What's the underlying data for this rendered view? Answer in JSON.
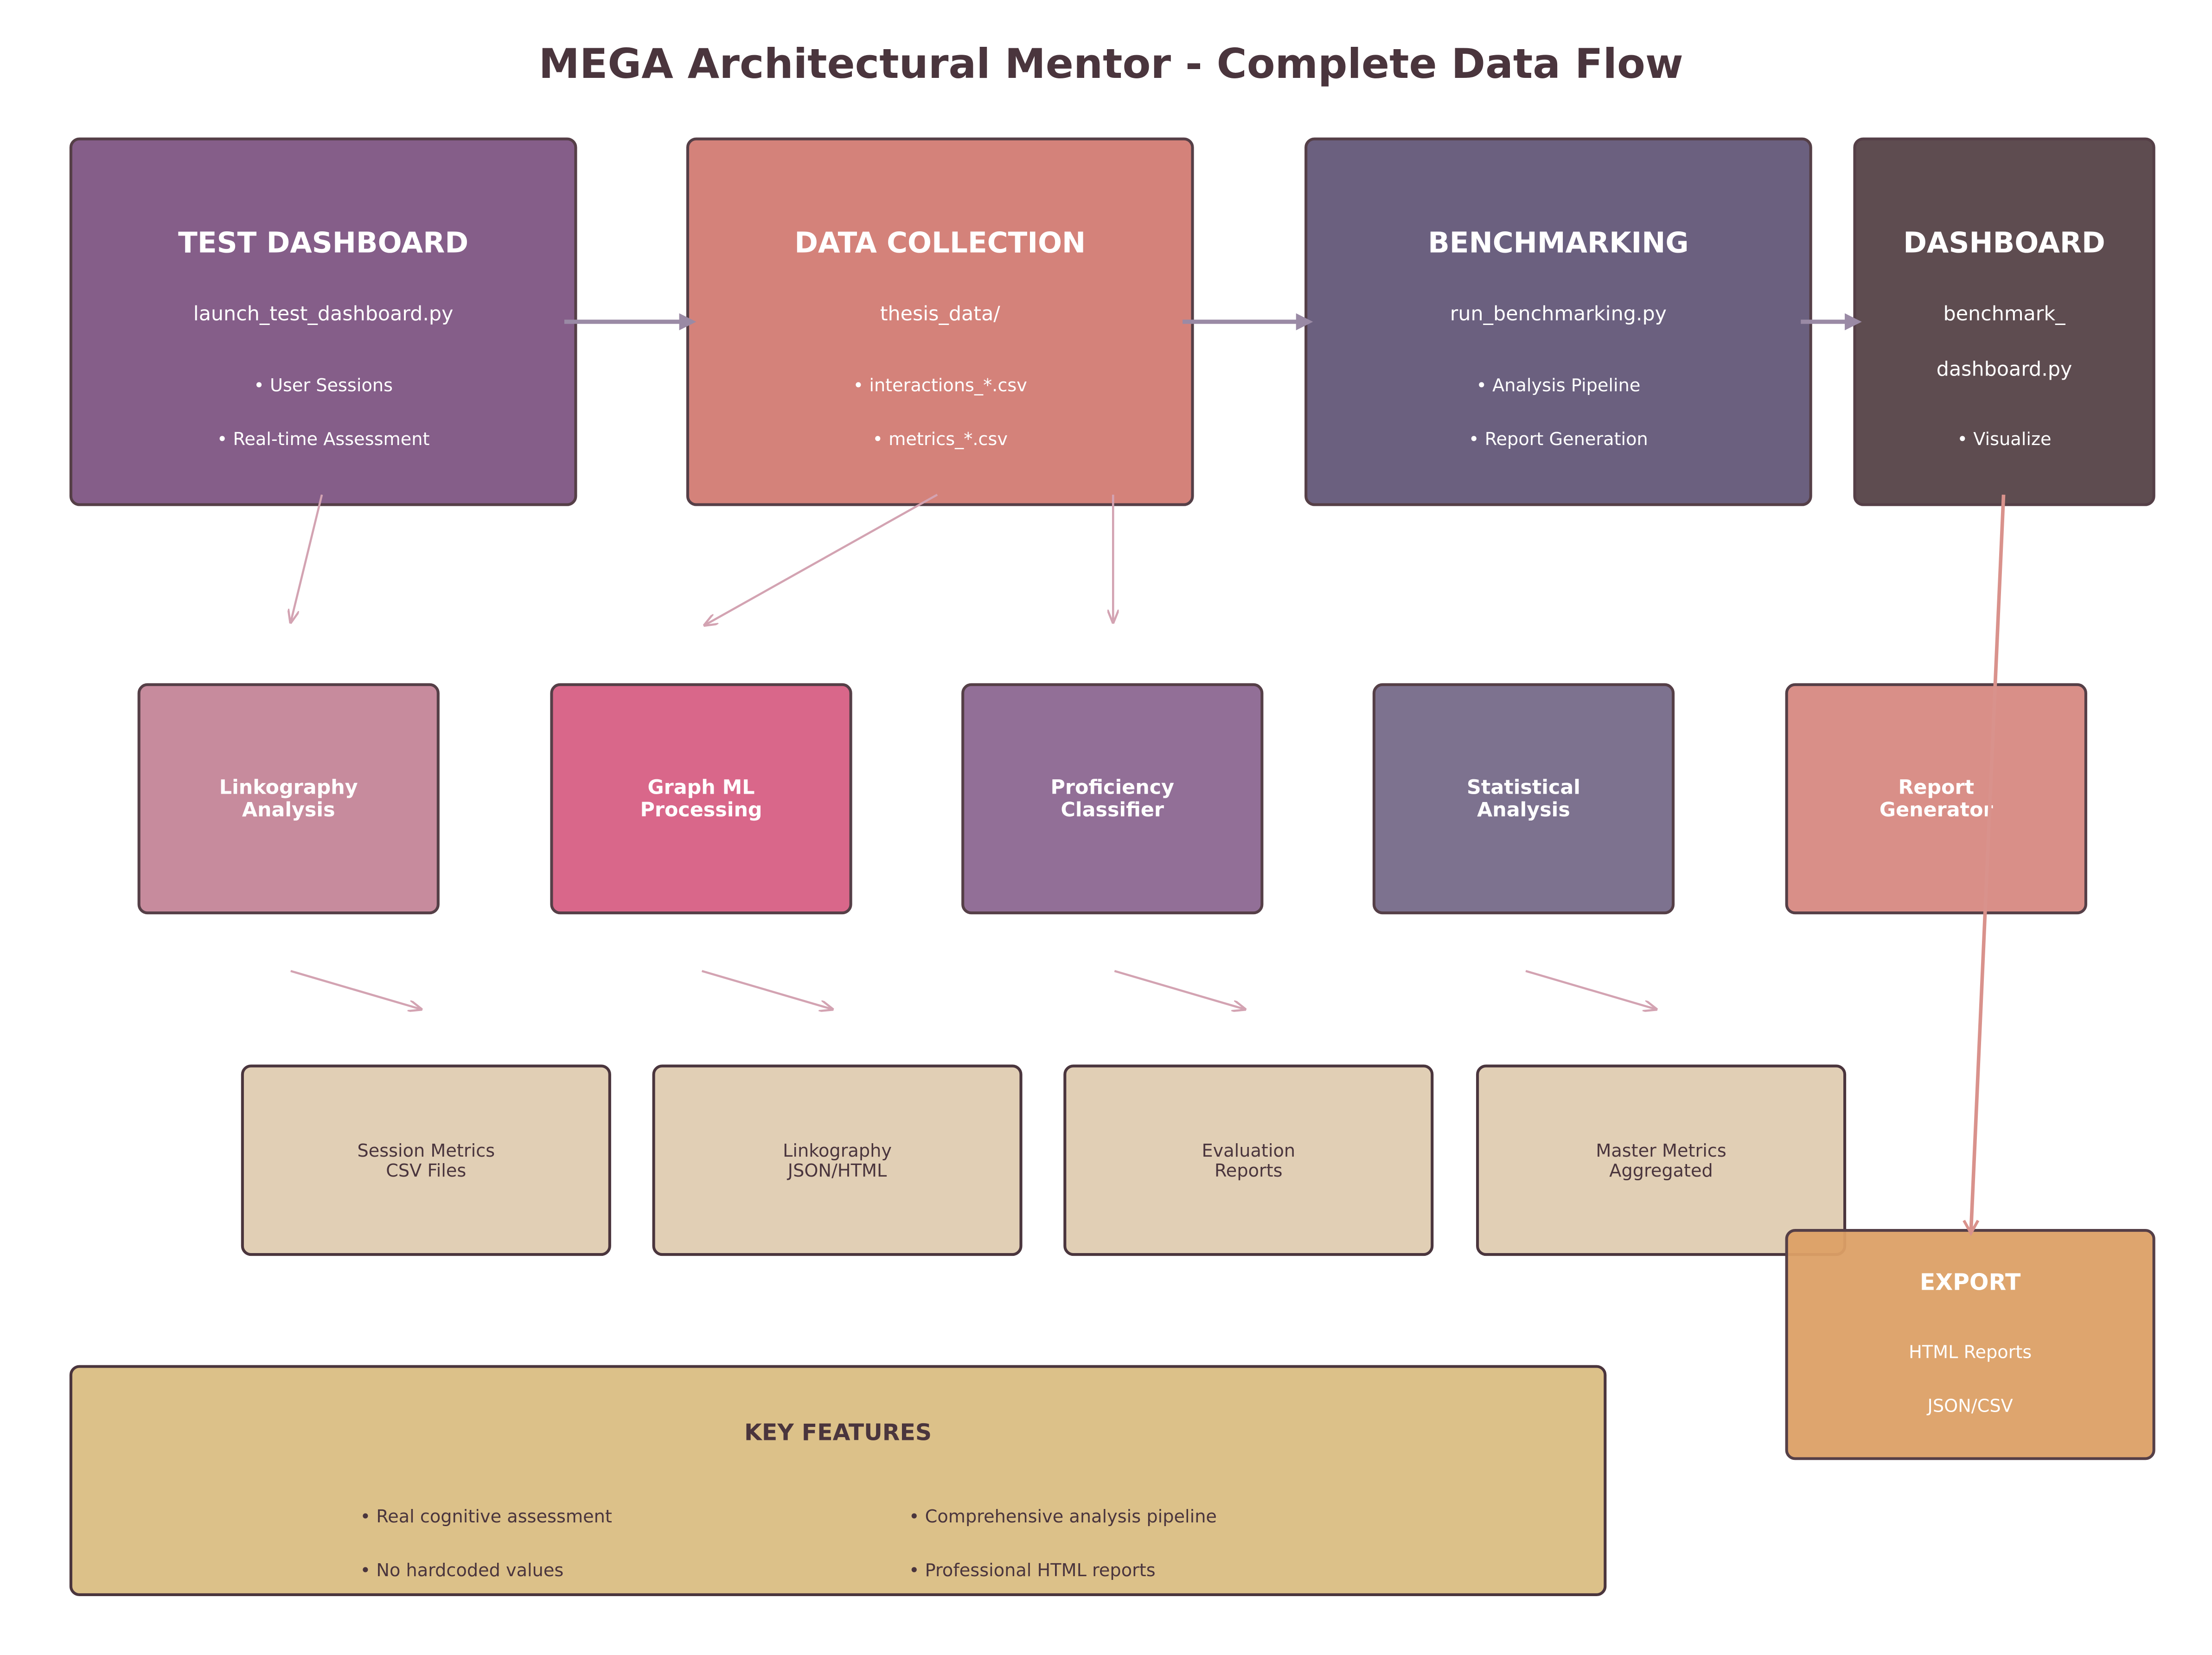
{
  "title": "MEGA Architectural Mentor - Complete Data Flow",
  "top_row": [
    {
      "heading": "TEST DASHBOARD",
      "lines": [
        "launch_test_dashboard.py"
      ],
      "bullets": [
        "• User Sessions",
        "• Real-time Assessment"
      ],
      "color": "#855e89"
    },
    {
      "heading": "DATA COLLECTION",
      "lines": [
        "thesis_data/"
      ],
      "bullets": [
        "• interactions_*.csv",
        "• metrics_*.csv"
      ],
      "color": "#d4827a"
    },
    {
      "heading": "BENCHMARKING",
      "lines": [
        "run_benchmarking.py"
      ],
      "bullets": [
        "• Analysis Pipeline",
        "• Report Generation"
      ],
      "color": "#6b607f"
    },
    {
      "heading": "DASHBOARD",
      "lines": [
        "benchmark_",
        "dashboard.py"
      ],
      "bullets": [
        "• Visualize"
      ],
      "color": "#5e4c50"
    }
  ],
  "middle_row": [
    {
      "label": "Linkography\nAnalysis",
      "color": "#c78b9d"
    },
    {
      "label": "Graph ML\nProcessing",
      "color": "#d9678a"
    },
    {
      "label": "Proficiency\nClassifier",
      "color": "#926f97"
    },
    {
      "label": "Statistical\nAnalysis",
      "color": "#7d728f"
    },
    {
      "label": "Report\nGenerator",
      "color": "#d98f88"
    }
  ],
  "outputs": [
    {
      "label": "Session Metrics\nCSV Files"
    },
    {
      "label": "Linkography\nJSON/HTML"
    },
    {
      "label": "Evaluation\nReports"
    },
    {
      "label": "Master Metrics\nAggregated"
    }
  ],
  "export": {
    "heading": "EXPORT",
    "lines": [
      "HTML Reports",
      "JSON/CSV"
    ]
  },
  "key_features": {
    "heading": "KEY FEATURES",
    "items": [
      "• Real cognitive assessment",
      "• No hardcoded values",
      "• Comprehensive analysis pipeline",
      "• Professional HTML reports"
    ]
  },
  "colors": {
    "connector": "#9a8aa5",
    "thin_arrow": "#d3a3b2",
    "export_arrow": "#d9928c"
  }
}
